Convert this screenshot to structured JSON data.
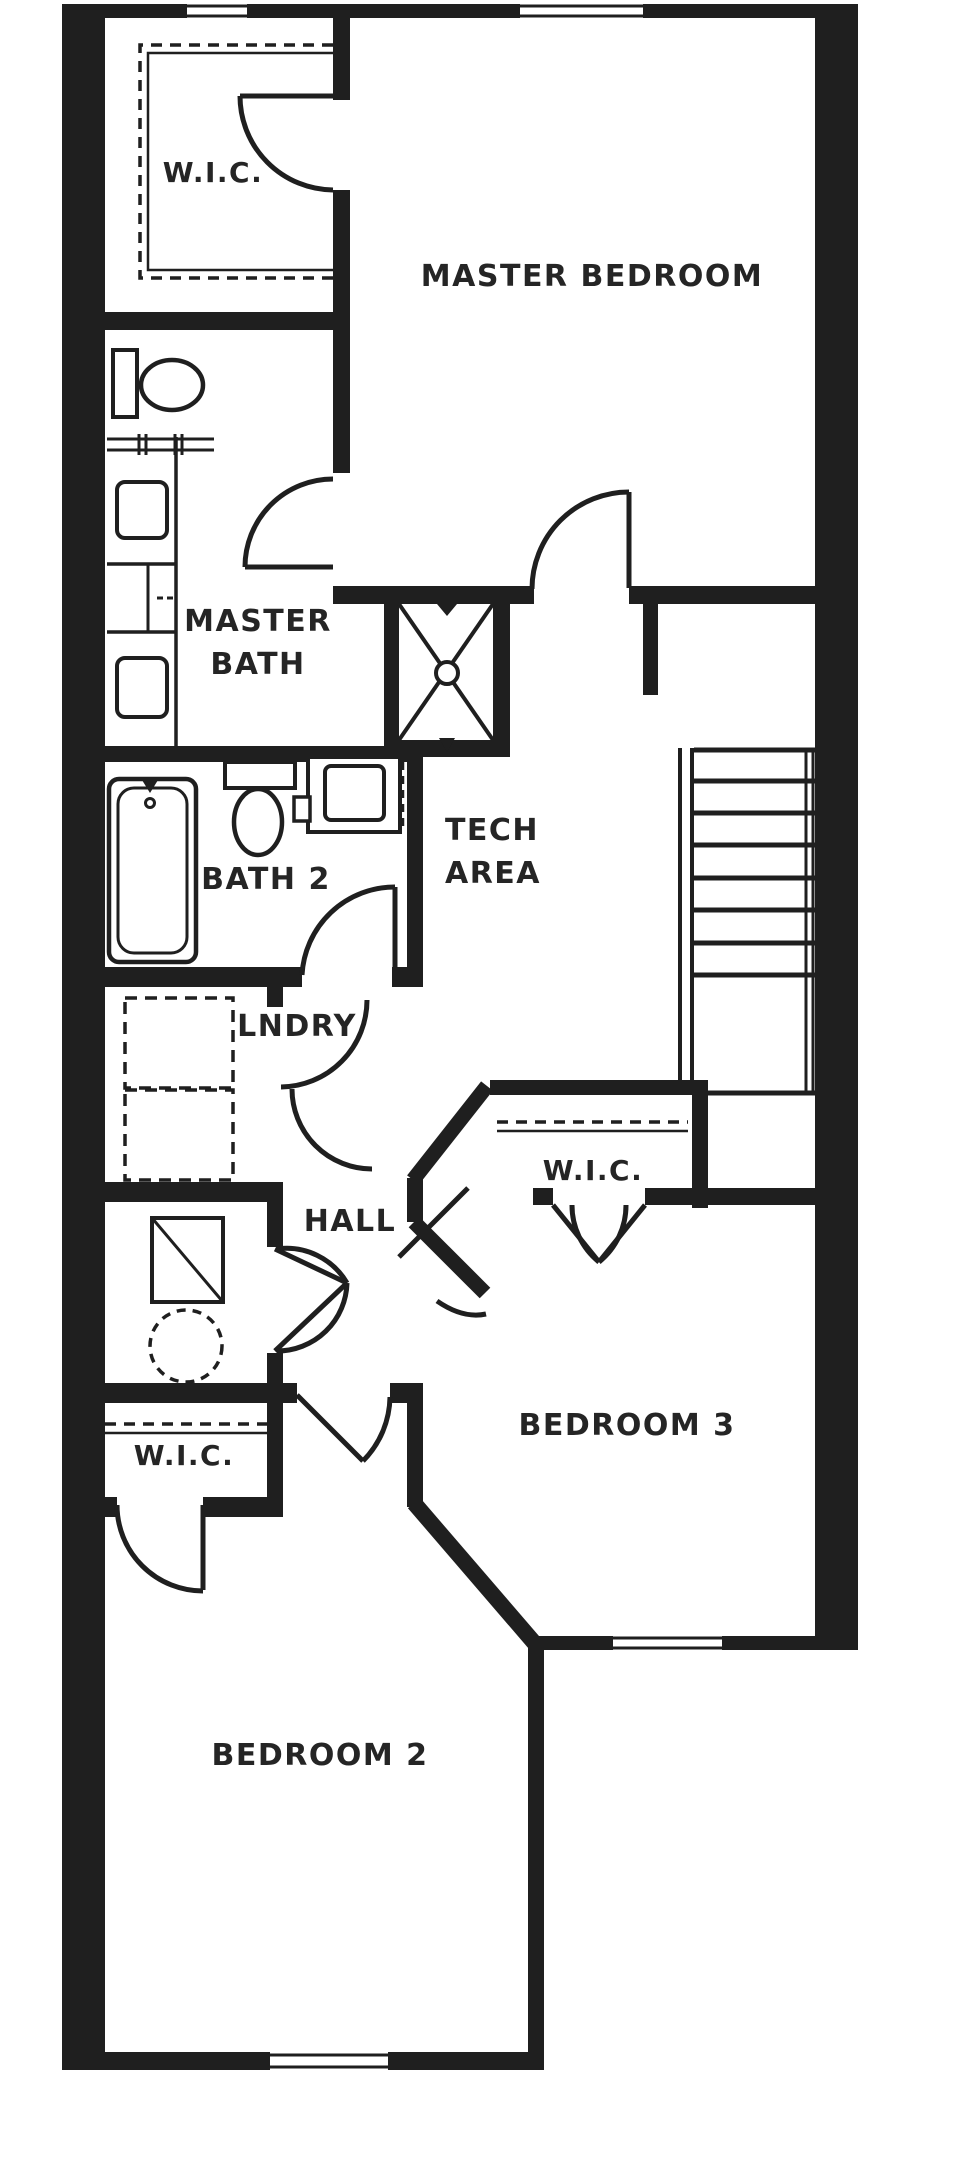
{
  "plan": {
    "type": "residential-floor-plan",
    "wall_color": "#1f1f1f",
    "background_color": "#ffffff",
    "label_color": "#252525",
    "rooms": {
      "wic_master": {
        "label": "W.I.C."
      },
      "master_bedroom": {
        "label": "MASTER BEDROOM"
      },
      "master_bath": {
        "label_line1": "MASTER",
        "label_line2": "BATH"
      },
      "bath2": {
        "label": "BATH 2"
      },
      "tech_area": {
        "label_line1": "TECH",
        "label_line2": "AREA"
      },
      "laundry": {
        "label": "LNDRY"
      },
      "hall": {
        "label": "HALL"
      },
      "wic_bedroom3": {
        "label": "W.I.C."
      },
      "bedroom3": {
        "label": "BEDROOM 3"
      },
      "wic_bedroom2": {
        "label": "W.I.C."
      },
      "bedroom2": {
        "label": "BEDROOM 2"
      }
    },
    "fixtures": [
      "toilet-master-bath",
      "double-sink-vanity-master-bath",
      "shower-master-bath",
      "tub-bath2",
      "toilet-bath2",
      "sink-vanity-bath2",
      "washer-dryer-laundry",
      "water-heater-closet",
      "staircase"
    ],
    "windows_count": 4,
    "floor_outline": "rectangular townhome unit with angled wall between Bedroom 2 and Bedroom 3"
  }
}
